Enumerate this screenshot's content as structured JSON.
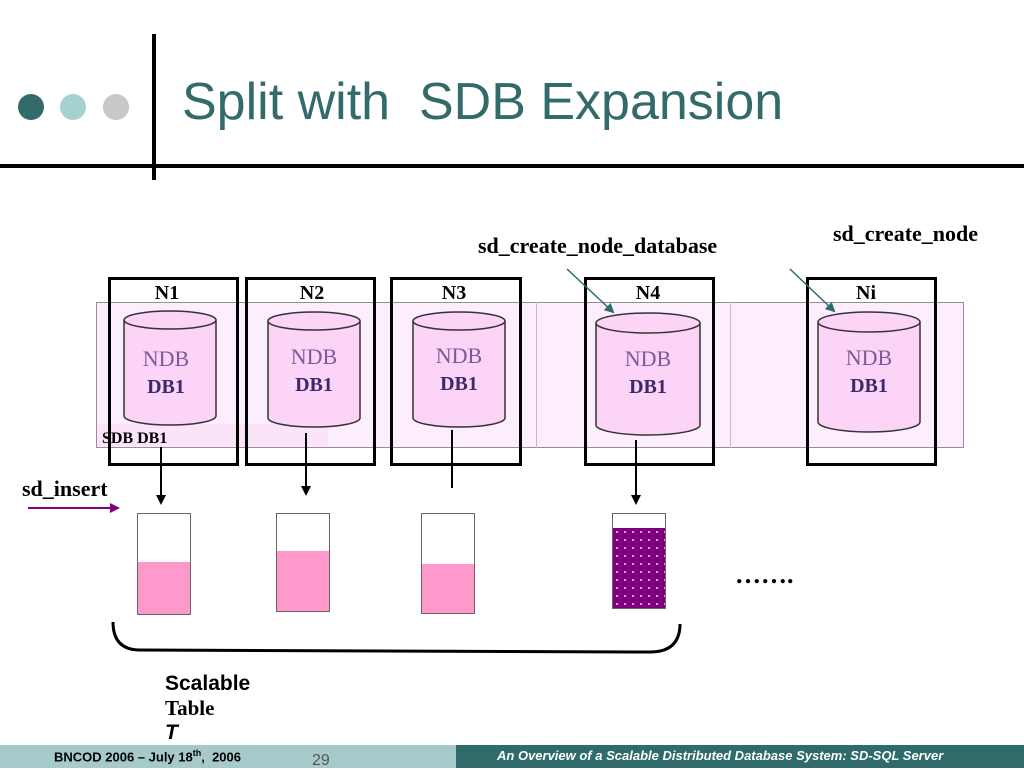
{
  "slide": {
    "title": "Split with  SDB Expansion",
    "dot_colors": [
      "#336b6b",
      "#a6d1d1",
      "#c8c8c8"
    ]
  },
  "diagram": {
    "nodes": [
      {
        "label": "N1",
        "ndb": "NDB",
        "db": "DB1"
      },
      {
        "label": "N2",
        "ndb": "NDB",
        "db": "DB1"
      },
      {
        "label": "N3",
        "ndb": "NDB",
        "db": "DB1"
      },
      {
        "label": "N4",
        "ndb": "NDB",
        "db": "DB1"
      },
      {
        "label": "Ni",
        "ndb": "NDB",
        "db": "DB1"
      }
    ],
    "sdb_label": "SDB DB1",
    "insert_label": "sd_insert",
    "create_db_label": "sd_create_node_database",
    "create_node_label": "sd_create_node",
    "ellipsis": "…….",
    "table_label_sans": "Scalable",
    "table_label_serif": "Table",
    "table_label_italic": "T",
    "bucket_fills": [
      0.52,
      0.62,
      0.5,
      0.85
    ],
    "colors": {
      "fill": "#ff99cc",
      "dotted": "#800080",
      "cylinder": "#fbd4f7",
      "arrow": "#2f6b6b",
      "insert_arrow": "#800080"
    }
  },
  "footer": {
    "left_prefix": "BNCOD 2006 – July 18",
    "left_sup": "th",
    "left_suffix": ",  2006",
    "page": "29",
    "right": "An Overview of a Scalable Distributed Database System: SD-SQL Server"
  }
}
